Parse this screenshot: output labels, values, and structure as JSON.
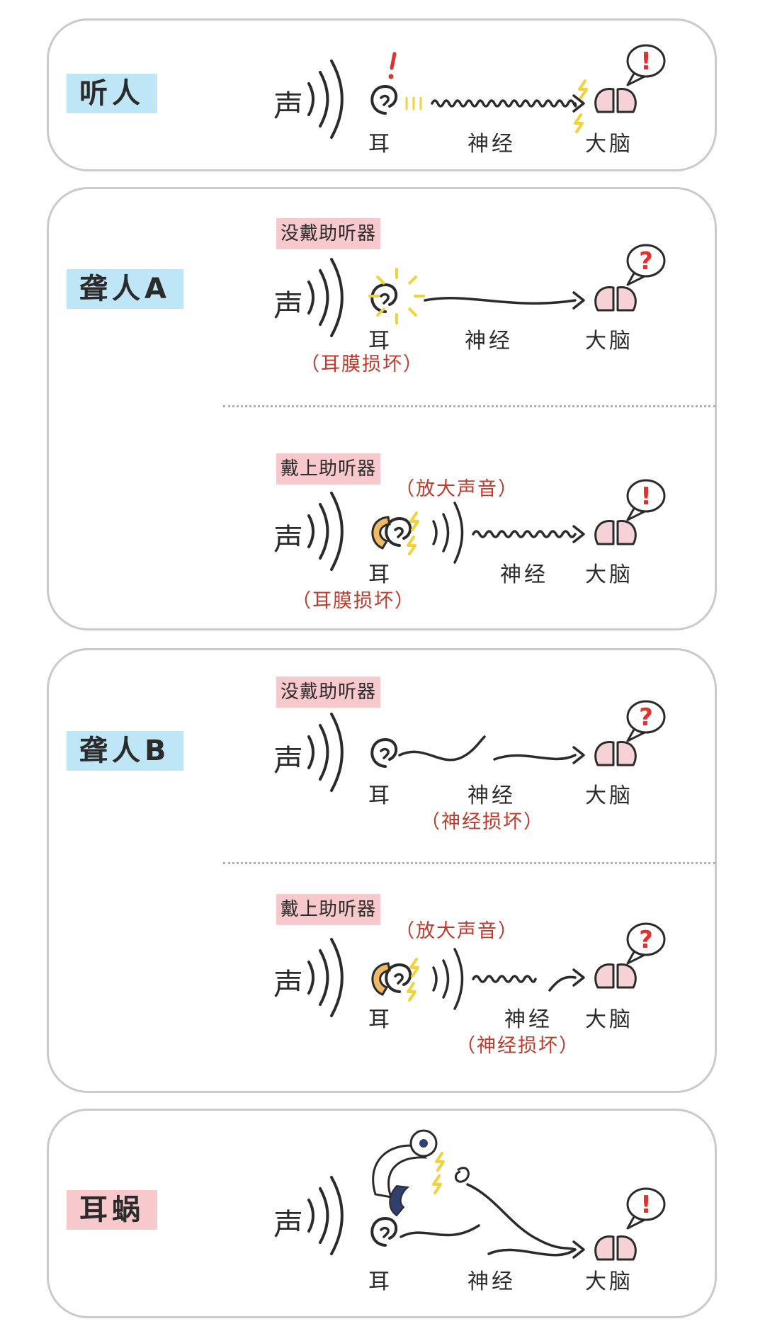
{
  "sections": {
    "hearing": {
      "label": "听人"
    },
    "deaf_a": {
      "label": "聋人A"
    },
    "deaf_b": {
      "label": "聋人B"
    },
    "cochlear": {
      "label": "耳蜗"
    }
  },
  "words": {
    "sound": "声",
    "ear": "耳",
    "nerve": "神经",
    "brain": "大脑"
  },
  "tags": {
    "no_aid": "没戴助听器",
    "with_aid": "戴上助听器"
  },
  "notes": {
    "eardrum_damaged": "（耳膜损坏）",
    "amplify": "（放大声音）",
    "nerve_damaged": "（神经损坏）"
  },
  "symbols": {
    "exclaim": "!",
    "question": "?"
  },
  "colors": {
    "label_blue": "#bfe6f6",
    "label_pink": "#f8c9cc",
    "note_red": "#c0392b",
    "brain_pink": "#f6d2d6",
    "spark_yellow": "#f2d23a",
    "aid_orange": "#f0b964",
    "implant_navy": "#2f3f6e"
  }
}
